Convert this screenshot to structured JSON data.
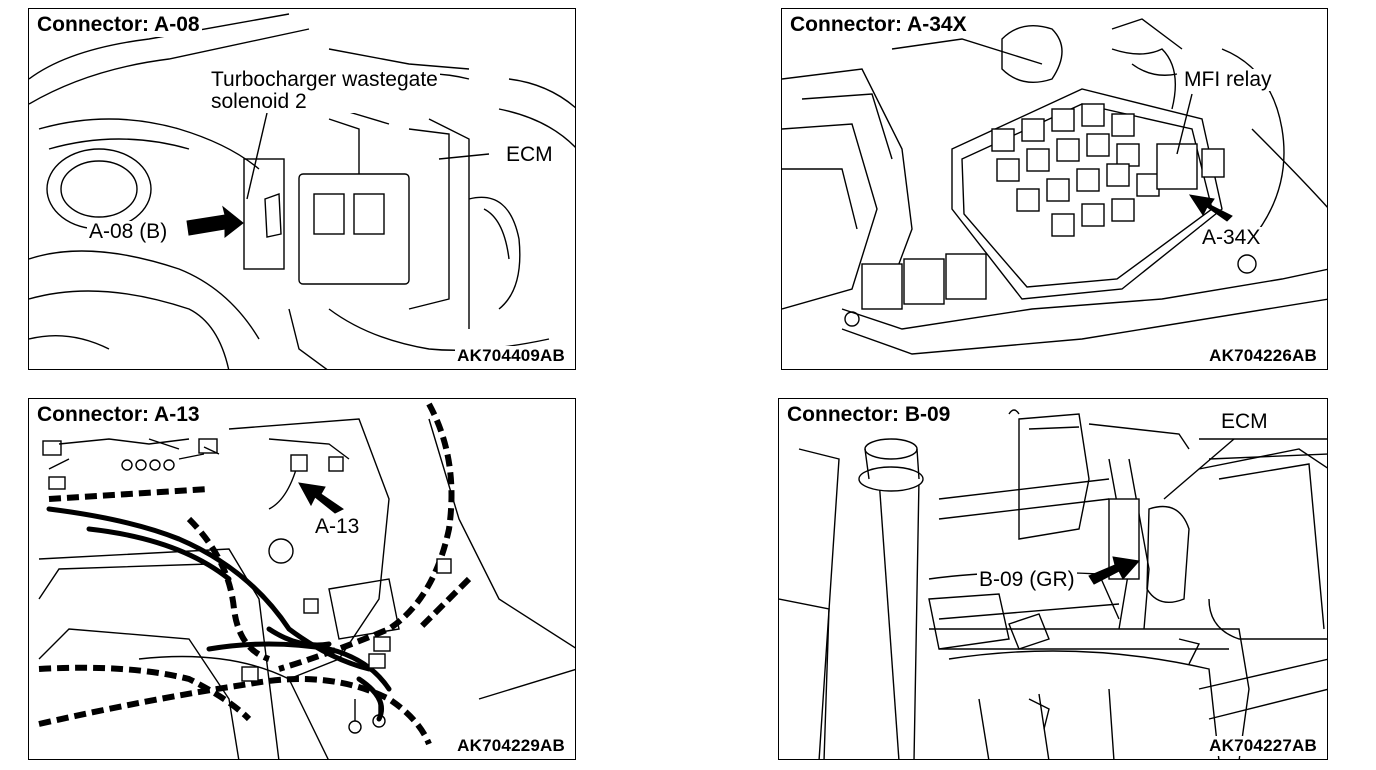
{
  "panels": [
    {
      "title": "Connector: A-08",
      "code": "AK704409AB",
      "labels": {
        "solenoid_line1": "Turbocharger wastegate",
        "solenoid_line2": "solenoid 2",
        "ecm": "ECM",
        "connector": "A-08 (B)"
      },
      "icons": [
        "arrow-icon"
      ]
    },
    {
      "title": "Connector: A-34X",
      "code": "AK704226AB",
      "labels": {
        "relay": "MFI relay",
        "connector": "A-34X"
      },
      "icons": [
        "arrow-icon"
      ]
    },
    {
      "title": "Connector: A-13",
      "code": "AK704229AB",
      "labels": {
        "connector": "A-13"
      },
      "icons": [
        "arrow-icon"
      ]
    },
    {
      "title": "Connector: B-09",
      "code": "AK704227AB",
      "labels": {
        "ecm": "ECM",
        "connector": "B-09 (GR)"
      },
      "icons": [
        "arrow-icon"
      ]
    }
  ]
}
